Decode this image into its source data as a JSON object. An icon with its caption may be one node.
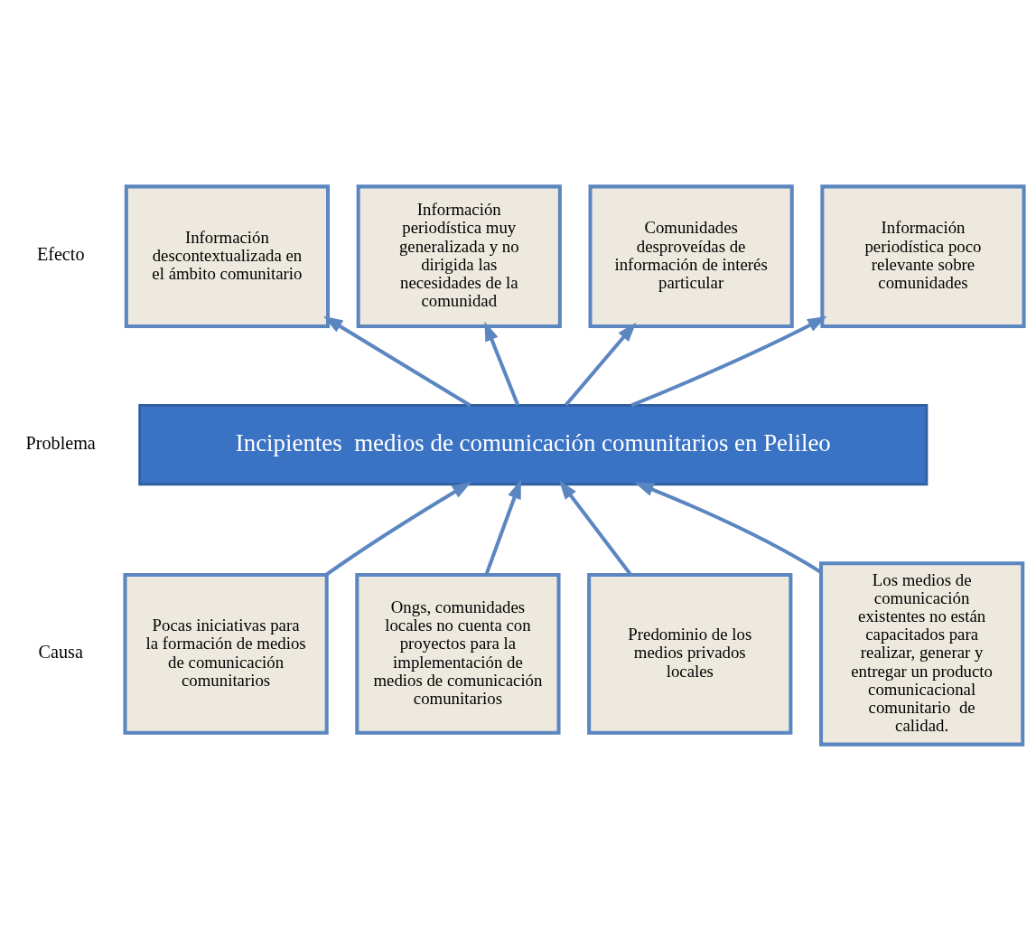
{
  "diagram": {
    "nodes": [
      {
        "text": [
          "Información descontextualizada en el ámbito comunitario"
        ]
      },
      {
        "text": [
          "Información periodística muy generalizada y no dirigida las necesidades de la comunidad"
        ]
      },
      {
        "text": [
          "Comunidades desproveídas de información de interés particular"
        ]
      },
      {
        "text": [
          "Información periodística poco relevante sobre comunidades"
        ]
      },
      {
        "text": [
          "Incipientes  medios de comunicación comunitarios en Pelileo"
        ]
      },
      {
        "text": [
          "Pocas iniciativas para la formación de medios de comunicación comunitarios"
        ]
      },
      {
        "text": [
          "Ongs, comunidades locales no cuenta con proyectos para la implementación de medios de comunicación comunitarios"
        ]
      },
      {
        "text": [
          "Predominio de los medios privados locales"
        ]
      },
      {
        "text": [
          "Los medios de comunicación existentes no están capacitados para realizar, generar y entregar un producto comunicacional comunitario  de calidad."
        ]
      }
    ],
    "edges": [
      {
        "from": 4,
        "to": 0,
        "arrow": "to"
      },
      {
        "from": 4,
        "to": 1,
        "arrow": "to"
      },
      {
        "from": 4,
        "to": 2,
        "arrow": "to"
      },
      {
        "from": 4,
        "to": 3,
        "arrow": "to"
      },
      {
        "from": 5,
        "to": 4,
        "arrow": "to"
      },
      {
        "from": 6,
        "to": 4,
        "arrow": "to"
      },
      {
        "from": 7,
        "to": 4,
        "arrow": "to"
      },
      {
        "from": 8,
        "to": 4,
        "arrow": "to"
      }
    ],
    "labels": [
      "Efecto",
      "Problema",
      "Causa"
    ]
  }
}
